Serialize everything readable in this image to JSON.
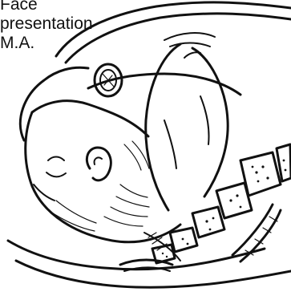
{
  "caption": {
    "line1": "Face",
    "line2": "presentation",
    "line3": "M.A."
  },
  "colors": {
    "ink": "#111111",
    "background": "#ffffff"
  }
}
